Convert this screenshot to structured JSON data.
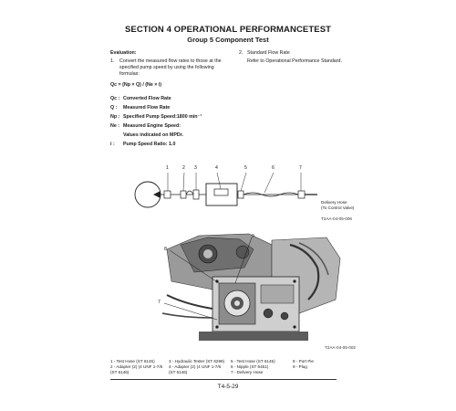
{
  "header": {
    "section_title": "SECTION 4 OPERATIONAL PERFORMANCETEST",
    "group_title": "Group 5 Component Test"
  },
  "evaluation": {
    "heading": "Evaluation:",
    "item1_num": "1.",
    "item1_lines": [
      "Convert the measured flow rates to those at the",
      "specified pump speed by using the following",
      "formulas:"
    ],
    "item2_num": "2.",
    "item2_title": "Standard Flow Rate",
    "item2_ref": "Refer to Operational Performance Standard."
  },
  "formula": {
    "equation": "Qc = (Np × Q) / (Ne × i)",
    "definitions": [
      {
        "symbol": "Qc :",
        "text": "Converted Flow Rate"
      },
      {
        "symbol": "Q :",
        "text": "Measured Flow Rate"
      },
      {
        "symbol": "Np :",
        "text": "Specified Pump Speed:1800 min⁻¹"
      },
      {
        "symbol": "Ne :",
        "text": "Measured Engine Speed:"
      },
      {
        "symbol": "",
        "text": "Values indicated on MPDr."
      },
      {
        "symbol": "i :",
        "text": "Pump Speed Ratio: 1.0"
      }
    ]
  },
  "diagram": {
    "callouts": [
      "1",
      "2",
      "3",
      "4",
      "5",
      "6",
      "7"
    ],
    "delivery_label": [
      "Delivery Hose",
      "(To Control Valve)"
    ],
    "figure_id": "T2AA-04-05-006"
  },
  "photo": {
    "callouts": [
      "8",
      "9",
      "7"
    ],
    "figure_id": "T2AA-04-05-002"
  },
  "legend": {
    "col1": [
      "1 -   Test Hose (ST 6145)",
      "2 -   Adapter (2) (4 UNF 1-7/6",
      "      (ST 6146)"
    ],
    "col2": [
      "3 -   Hydraulic Tester (ST 6299)",
      "4 -   Adapter (2) (4 UNF 1-7/6",
      "      (ST 6146)"
    ],
    "col3": [
      "5 -   Test Hose (ST 6145)",
      "6 -   Nipple (ST 6451)",
      "7 -   Delivery Hose"
    ],
    "col4": [
      "8 -   Port Pie",
      "9 -   Plug"
    ]
  },
  "footer": {
    "page_number": "T4-5-29"
  },
  "colors": {
    "ink": "#1a1a1a",
    "photo_dark": "#3a3a3a",
    "photo_mid": "#8a8a8a",
    "photo_light": "#d8d8d8"
  }
}
